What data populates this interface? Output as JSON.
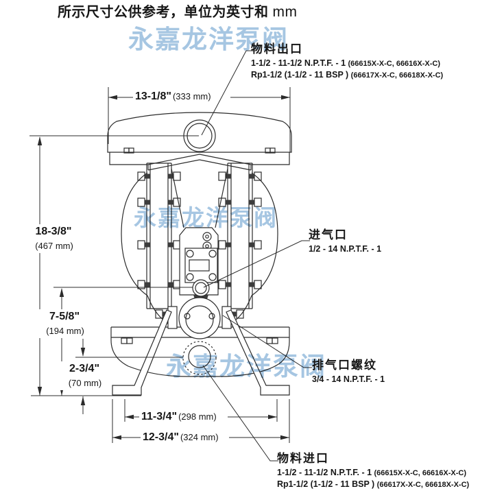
{
  "title": {
    "zh": "所示尺寸公供参考，单位为英寸和",
    "unit": "mm"
  },
  "watermark": {
    "text": "永嘉龙洋泵阀",
    "color": "#a6c6e2"
  },
  "ports": {
    "outlet": {
      "name": "物料出口",
      "npt": "1-1/2 - 11-1/2 N.P.T.F. - 1 ",
      "npt_codes": "(66615X-X-C, 66616X-X-C)",
      "bsp": "Rp1-1/2 (1-1/2 - 11 BSP ) ",
      "bsp_codes": "(66617X-X-C, 66618X-X-C)"
    },
    "air_inlet": {
      "name": "进气口",
      "thread": "1/2 - 14 N.P.T.F. - 1"
    },
    "exhaust": {
      "name": "排气口螺纹",
      "thread": "3/4 - 14 N.P.T.F. - 1"
    },
    "inlet": {
      "name": "物料进口",
      "npt": "1-1/2 - 11-1/2 N.P.T.F. - 1 ",
      "npt_codes": "(66615X-X-C, 66616X-X-C)",
      "bsp": "Rp1-1/2 (1-1/2 - 11 BSP ) ",
      "bsp_codes": "(66617X-X-C, 66618X-X-C)"
    }
  },
  "dimensions": {
    "overall_width": {
      "inch": "13-1/8\"",
      "mm": "(333 mm)"
    },
    "overall_height": {
      "inch": "18-3/8\"",
      "mm": "(467 mm)"
    },
    "air_inlet_height": {
      "inch": "7-5/8\"",
      "mm": "(194 mm)"
    },
    "inlet_height": {
      "inch": "2-3/4\"",
      "mm": "(70 mm)"
    },
    "bolt_width": {
      "inch": "11-3/4\"",
      "mm": "(298 mm)"
    },
    "base_width": {
      "inch": "12-3/4\"",
      "mm": "(324 mm)"
    }
  }
}
